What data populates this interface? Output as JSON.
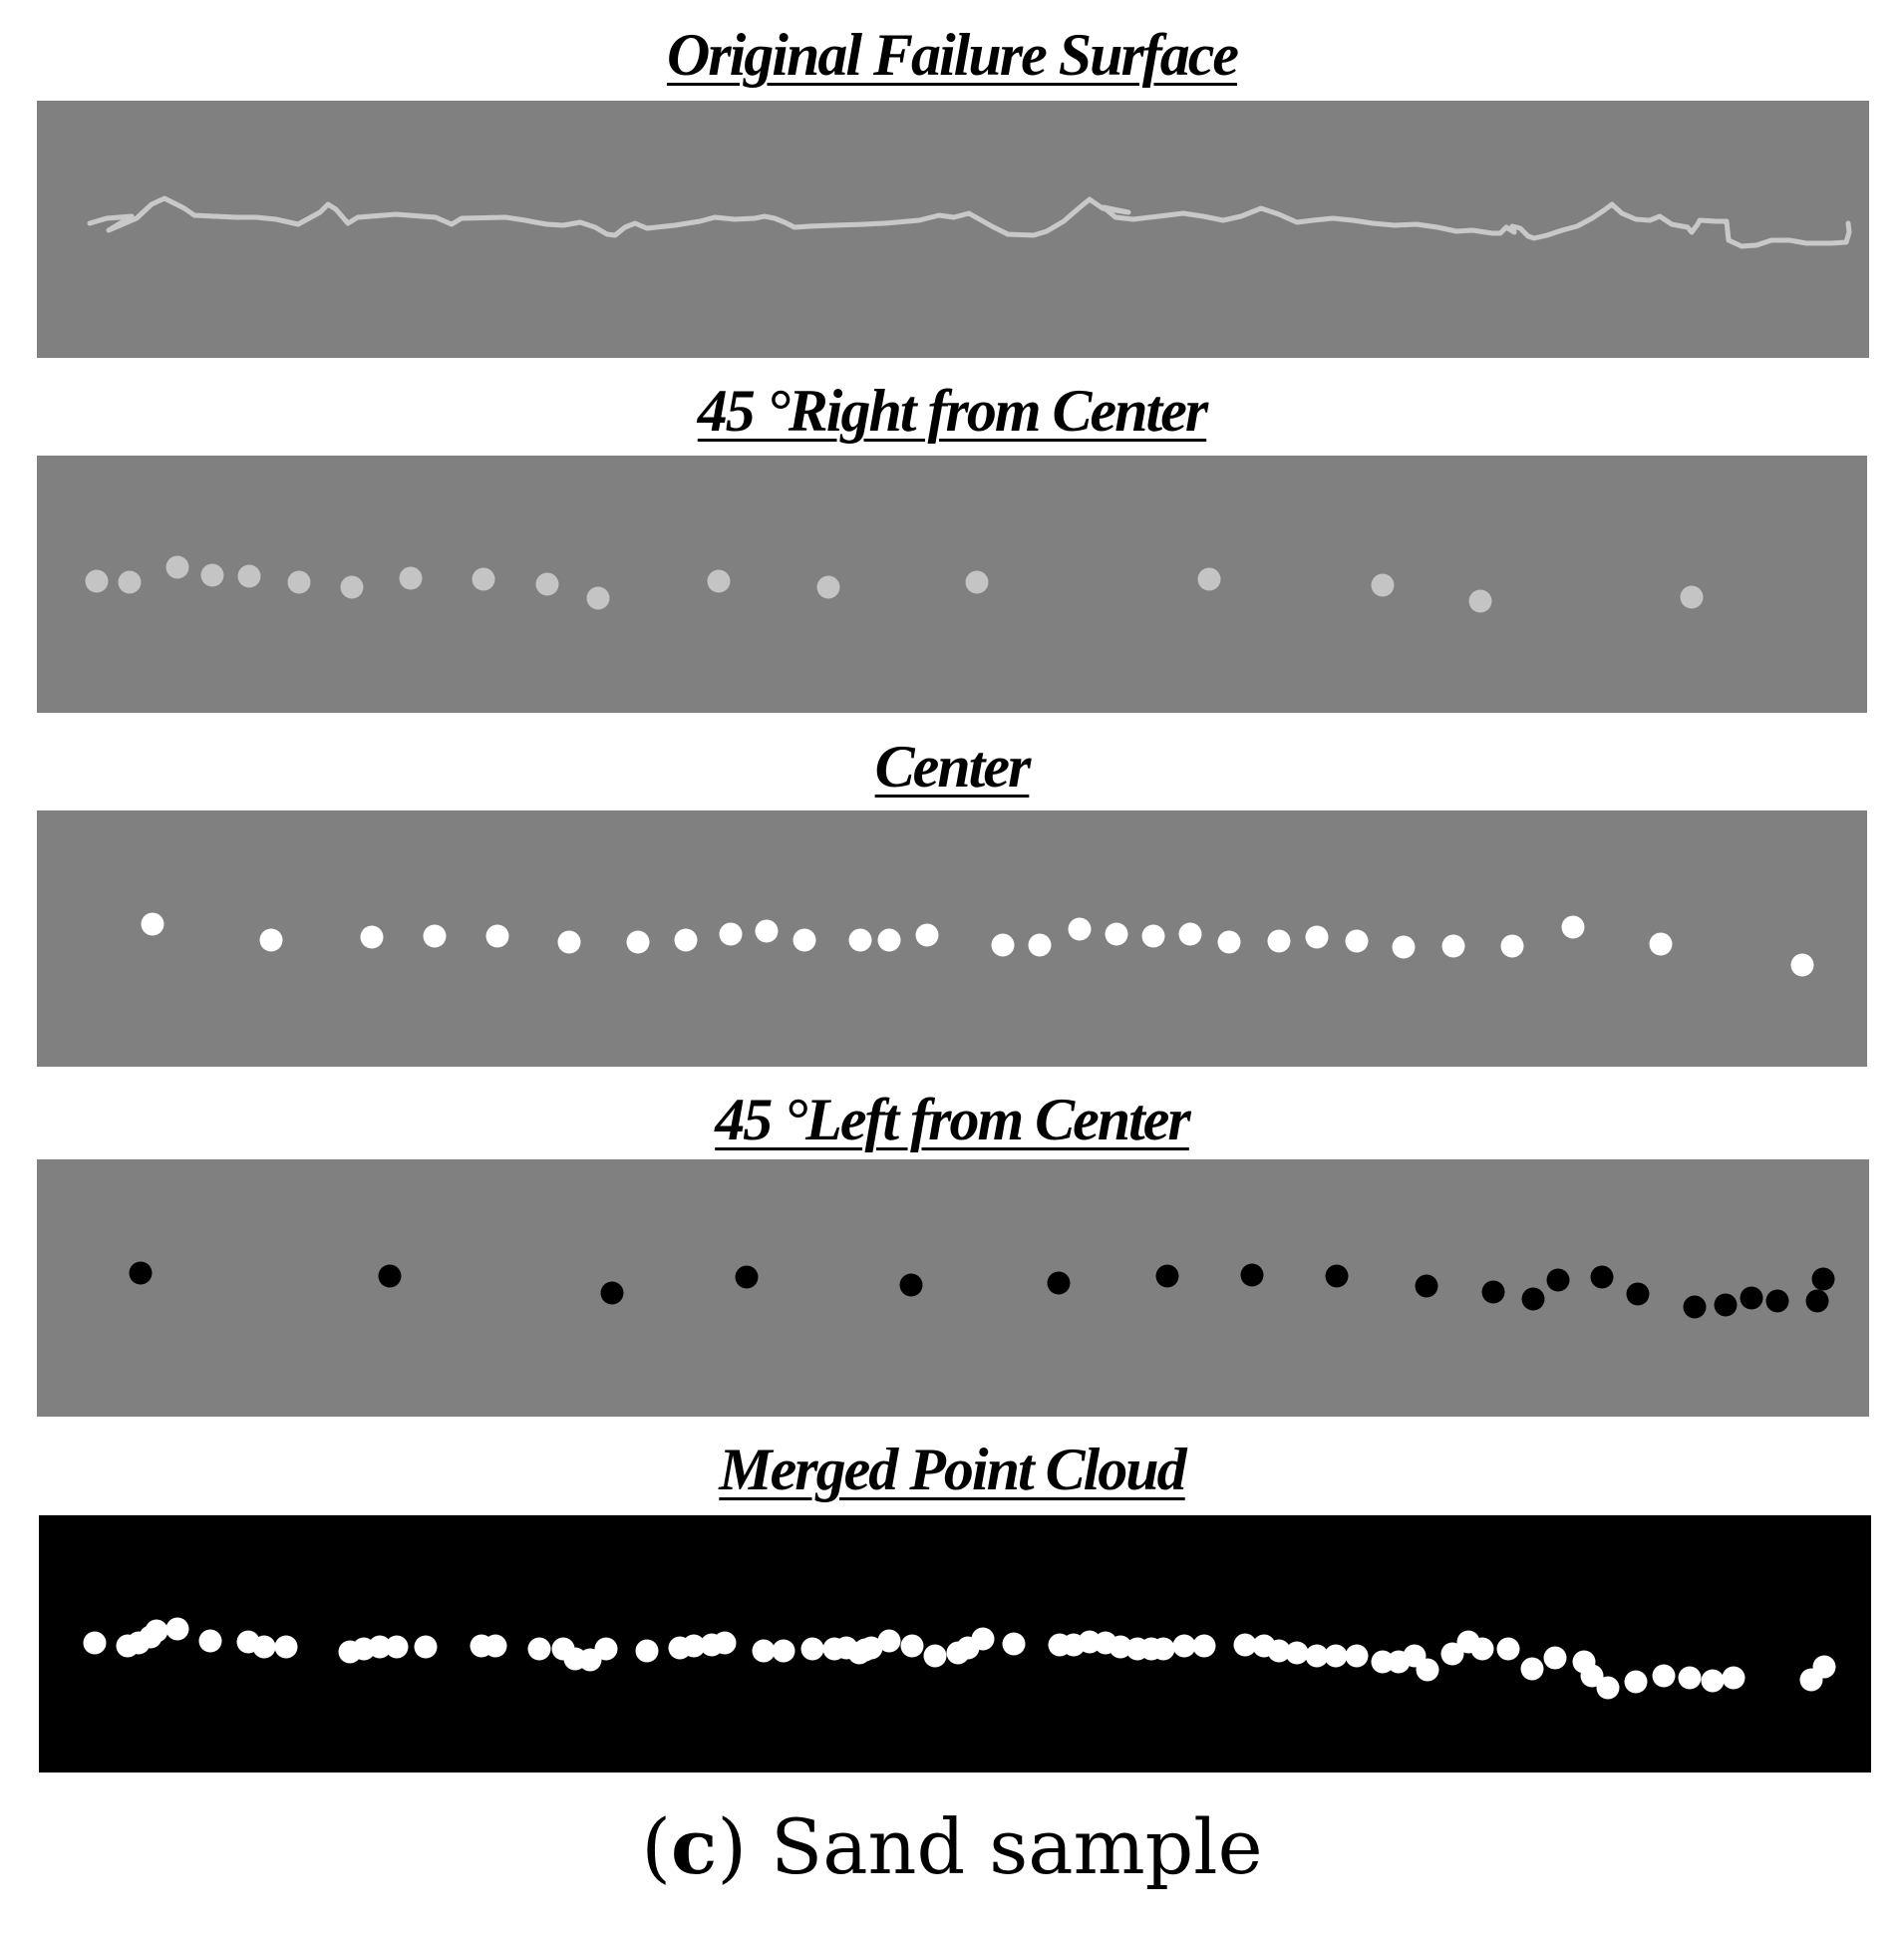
{
  "panels": [
    {
      "id": "original",
      "title": "Original Failure Surface",
      "background": "#808080",
      "mark_color": "#c8c8c8",
      "mark": "line"
    },
    {
      "id": "right45",
      "title": "45 °Right from Center",
      "background": "#808080",
      "mark_color": "#c4c4c4",
      "mark": "dots"
    },
    {
      "id": "center",
      "title": "Center",
      "background": "#808080",
      "mark_color": "#ffffff",
      "mark": "dots"
    },
    {
      "id": "left45",
      "title": "45 °Left from Center",
      "background": "#808080",
      "mark_color": "#000000",
      "mark": "dots"
    },
    {
      "id": "merged",
      "title": "Merged Point Cloud",
      "background": "#000000",
      "mark_color": "#ffffff",
      "mark": "dots"
    }
  ],
  "caption": {
    "open": "(",
    "letter": "c",
    "close": ")",
    "text": " Sand sample"
  }
}
